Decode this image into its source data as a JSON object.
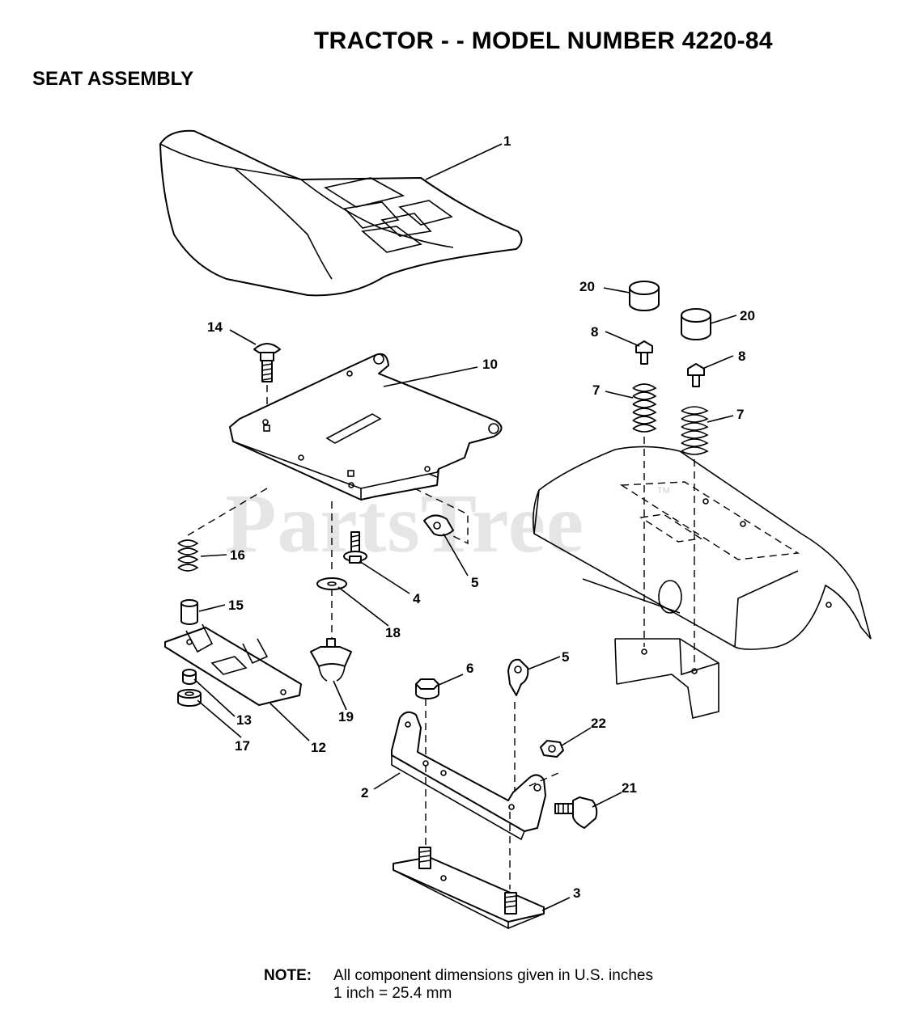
{
  "header": {
    "title": "TRACTOR - - MODEL NUMBER 4220-84",
    "subtitle": "SEAT ASSEMBLY"
  },
  "watermark": {
    "text": "PartsTree",
    "mark": "TM"
  },
  "callouts": [
    {
      "id": "1",
      "part": "seat"
    },
    {
      "id": "14",
      "part": "carriage-bolt"
    },
    {
      "id": "10",
      "part": "seat-pan"
    },
    {
      "id": "20",
      "part": "spacer-left"
    },
    {
      "id": "20",
      "part": "spacer-right"
    },
    {
      "id": "8",
      "part": "screw-left"
    },
    {
      "id": "8",
      "part": "screw-right"
    },
    {
      "id": "7",
      "part": "spring-left"
    },
    {
      "id": "7",
      "part": "spring-right"
    },
    {
      "id": "16",
      "part": "spring"
    },
    {
      "id": "4",
      "part": "bolt"
    },
    {
      "id": "5",
      "part": "clip-upper"
    },
    {
      "id": "15",
      "part": "bushing"
    },
    {
      "id": "18",
      "part": "washer"
    },
    {
      "id": "19",
      "part": "knob"
    },
    {
      "id": "6",
      "part": "nut"
    },
    {
      "id": "5",
      "part": "clip-lower"
    },
    {
      "id": "13",
      "part": "nut"
    },
    {
      "id": "12",
      "part": "slide-bracket"
    },
    {
      "id": "17",
      "part": "lock-nut"
    },
    {
      "id": "22",
      "part": "hex-nut"
    },
    {
      "id": "2",
      "part": "hinge-bracket"
    },
    {
      "id": "21",
      "part": "shoulder-bolt"
    },
    {
      "id": "3",
      "part": "mounting-plate"
    }
  ],
  "note": {
    "label": "NOTE:",
    "line1": "All component dimensions given in U.S. inches",
    "line2": "1 inch = 25.4 mm"
  }
}
